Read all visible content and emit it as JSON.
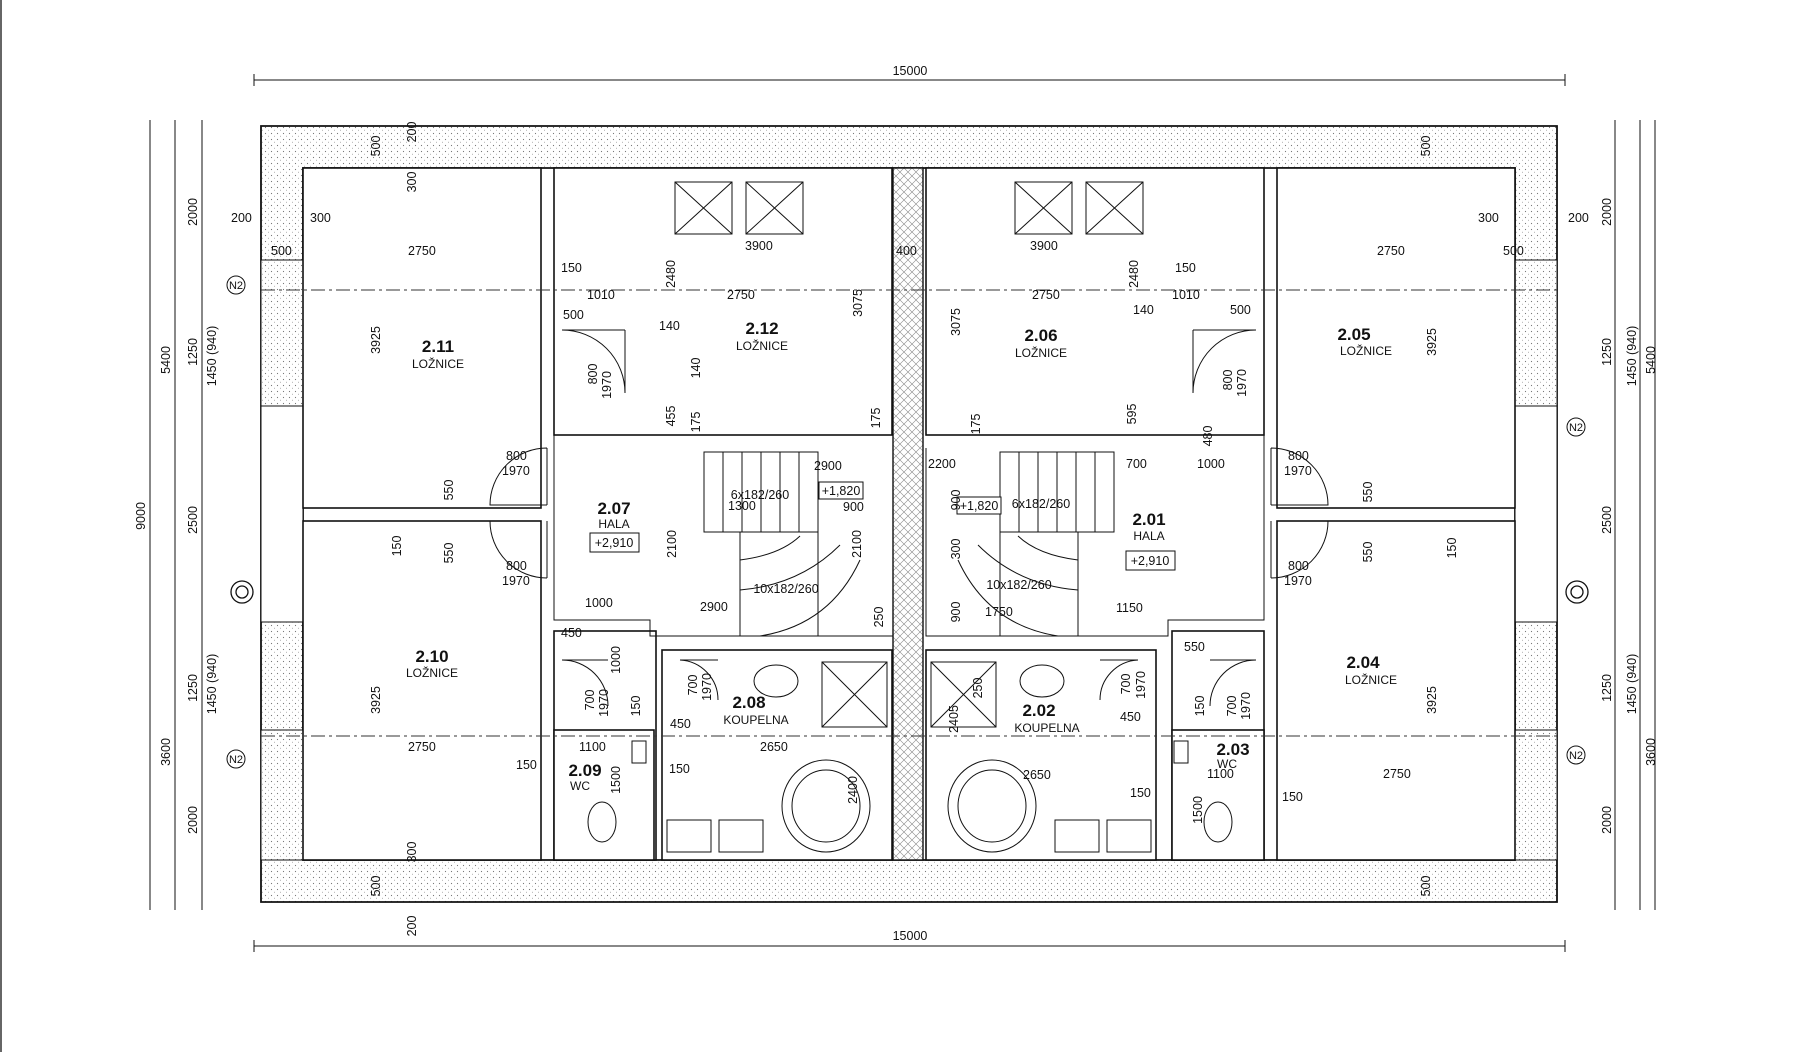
{
  "drawing": {
    "overall_width_top": "15000",
    "overall_width_bottom": "15000",
    "left_dims": [
      "9000",
      "5400",
      "3600",
      "2000",
      "1250",
      "2500",
      "1250",
      "2000",
      "1450 (940)",
      "1450 (940)"
    ],
    "right_dims": [
      "2000",
      "1250",
      "2500",
      "1250",
      "2000",
      "5400",
      "3600",
      "1450 (940)",
      "1450 (940)"
    ]
  },
  "rooms": [
    {
      "num": "2.11",
      "name": "LOŽNICE"
    },
    {
      "num": "2.12",
      "name": "LOŽNICE"
    },
    {
      "num": "2.07",
      "name": "HALA",
      "level": "+2,910"
    },
    {
      "num": "2.10",
      "name": "LOŽNICE"
    },
    {
      "num": "2.09",
      "name": "WC"
    },
    {
      "num": "2.08",
      "name": "KOUPELNA"
    },
    {
      "num": "2.06",
      "name": "LOŽNICE"
    },
    {
      "num": "2.05",
      "name": "LOŽNICE"
    },
    {
      "num": "2.01",
      "name": "HALA",
      "level": "+2,910"
    },
    {
      "num": "2.02",
      "name": "KOUPELNA"
    },
    {
      "num": "2.03",
      "name": "WC"
    },
    {
      "num": "2.04",
      "name": "LOŽNICE"
    }
  ],
  "stairs": {
    "left_flight": "6x182/260",
    "left_winder": "10x182/260",
    "left_landing": "+1,820",
    "right_flight": "6x182/260",
    "right_winder": "10x182/260",
    "right_landing": "+1,820"
  },
  "markers": {
    "section_tag": "N2"
  },
  "dims": {
    "d200": "200",
    "d500": "500",
    "d300": "300",
    "d2750": "2750",
    "d3900": "3900",
    "d400": "400",
    "d150": "150",
    "d1010": "1010",
    "d2480": "2480",
    "d140": "140",
    "d3075": "3075",
    "d3925": "3925",
    "d800": "800",
    "d1970": "1970",
    "d455": "455",
    "d175": "175",
    "d595": "595",
    "d480": "480",
    "d550": "550",
    "d1300": "1300",
    "d2900": "2900",
    "d900": "900",
    "d2100": "2100",
    "d2200": "2200",
    "d700": "700",
    "d1000": "1000",
    "d250": "250",
    "d1750": "1750",
    "d1150": "1150",
    "d450": "450",
    "d1100": "1100",
    "d1500": "1500",
    "d2650": "2650",
    "d2400": "2400",
    "d2405": "2405"
  }
}
